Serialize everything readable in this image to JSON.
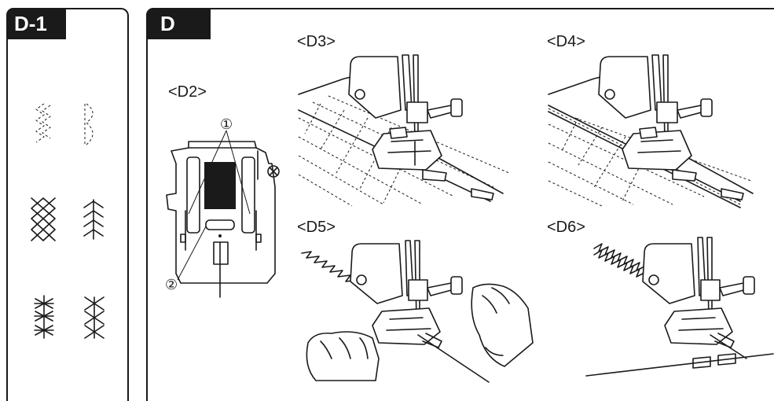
{
  "left_panel": {
    "tag": "D-1"
  },
  "right_panel": {
    "tag": "D"
  },
  "figures": {
    "d2": "<D2>",
    "d3": "<D3>",
    "d4": "<D4>",
    "d5": "<D5>",
    "d6": "<D6>"
  },
  "callouts": {
    "one": "①",
    "two": "②"
  },
  "stitch_icons": [
    "zigzag-triple-stitch-icon",
    "scallop-stitch-icon",
    "diamond-stitch-icon",
    "arrow-stitch-icon",
    "star-stitch-icon",
    "feather-stitch-icon"
  ]
}
